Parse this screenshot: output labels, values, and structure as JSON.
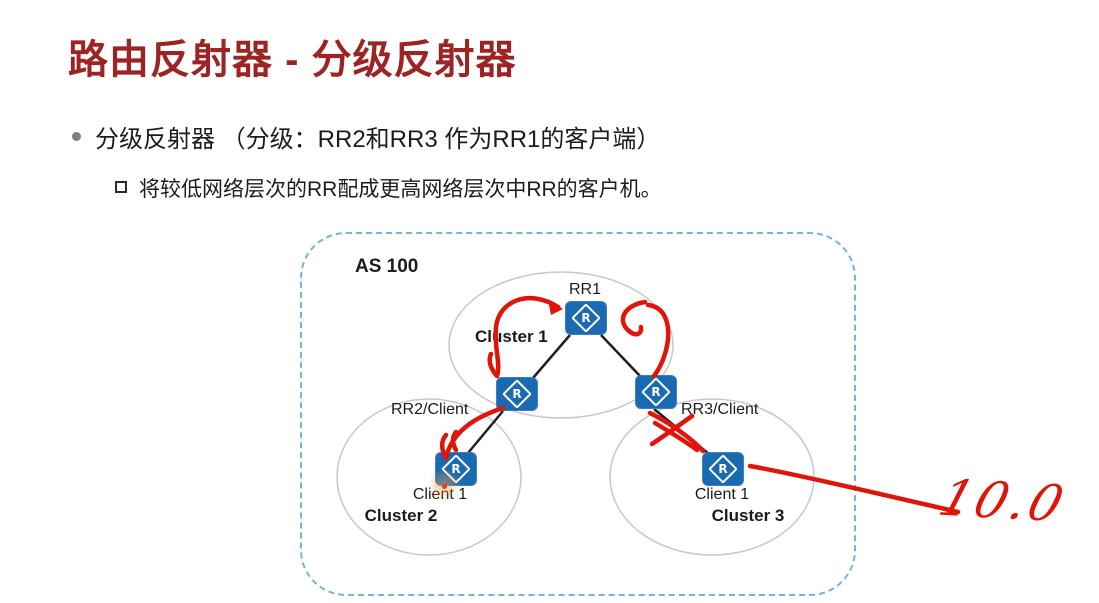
{
  "slide": {
    "title": "路由反射器 - 分级反射器",
    "bullet": "分级反射器 （分级：RR2和RR3 作为RR1的客户端）",
    "sub_bullet": "将较低网络层次的RR配成更高网络层次中RR的客户机。"
  },
  "diagram": {
    "as_label": "AS 100",
    "router_glyph": "R",
    "clusters": [
      {
        "label": "Cluster 1"
      },
      {
        "label": "Cluster 2"
      },
      {
        "label": "Cluster 3"
      }
    ],
    "nodes": {
      "rr1": {
        "label": "RR1"
      },
      "rr2": {
        "label": "RR2/Client"
      },
      "rr3": {
        "label": "RR3/Client"
      },
      "client2": {
        "label": "Client 1"
      },
      "client3": {
        "label": "Client 1"
      }
    }
  },
  "annotation": {
    "handwritten_text": "10.0"
  },
  "colors": {
    "title_red": "#9c2424",
    "body_text": "#1c1c1c",
    "router_blue": "#1a6ab1",
    "boundary_dash_blue": "#74b3da",
    "cluster_outline_gray": "#c8c8c8",
    "pen_ink_red": "#e01408",
    "background": "#ffffff"
  }
}
